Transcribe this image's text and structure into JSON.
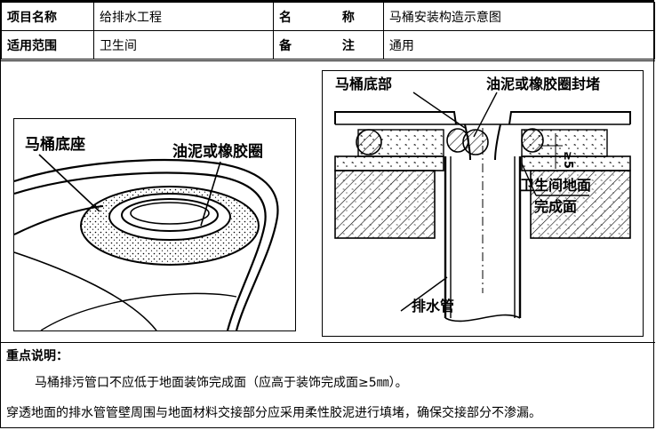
{
  "header": {
    "project_name_label": "项目名称",
    "project_name_value": "给排水工程",
    "name_label": "名 称",
    "name_value": "马桶安装构造示意图",
    "scope_label": "适用范围",
    "scope_value": "卫生间",
    "remark_label": "备 注",
    "remark_value": "通用"
  },
  "figure_left": {
    "label_base": "马桶底座",
    "label_putty": "油泥或橡胶圈"
  },
  "figure_right": {
    "label_bottom": "马桶底部",
    "label_seal": "油泥或橡胶圈封堵",
    "label_dim": "≥5",
    "label_floor_line1": "卫生间地面",
    "label_floor_line2": "完成面",
    "label_pipe": "排水管"
  },
  "notes": {
    "title": "重点说明：",
    "line1": "马桶排污管口不应低于地面装饰完成面（应高于装饰完成面≥5㎜）。",
    "line2": "穿透地面的排水管管壁周围与地面材料交接部分应采用柔性胶泥进行填堵，确保交接部分不渗漏。"
  }
}
